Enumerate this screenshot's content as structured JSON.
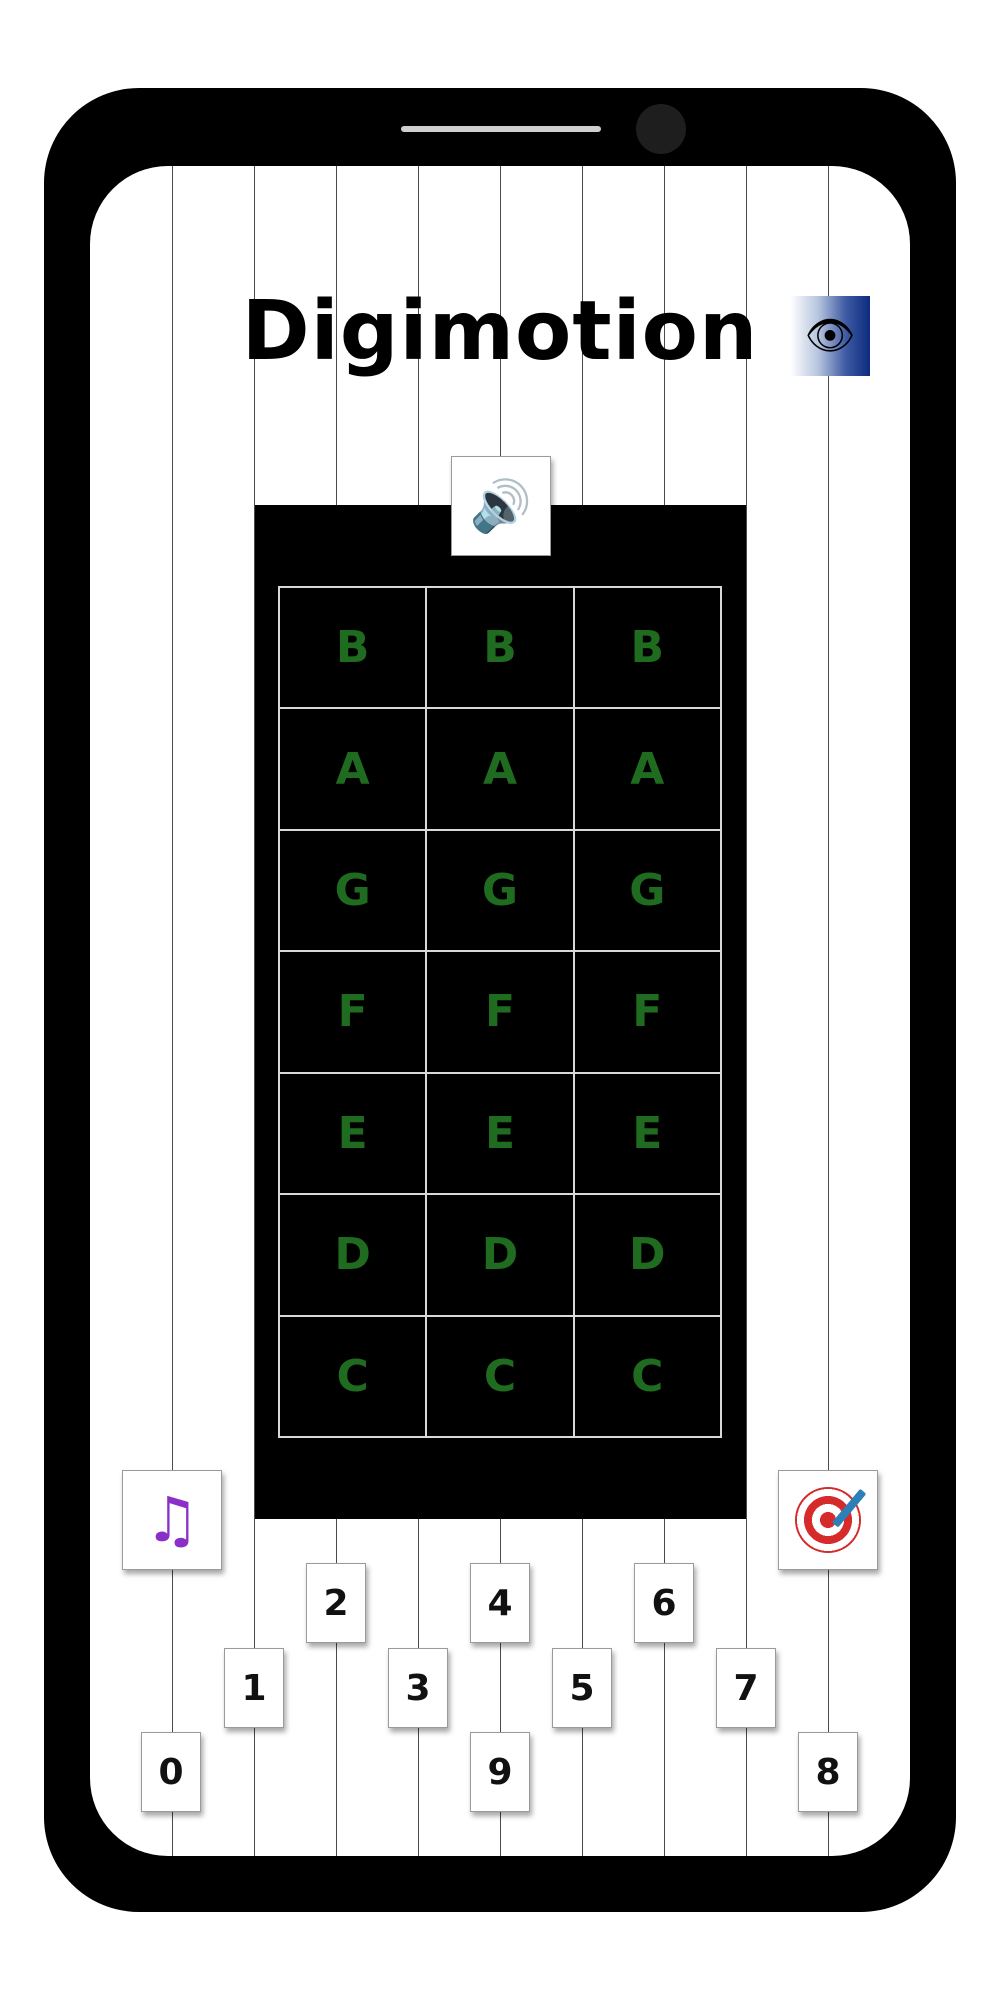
{
  "app": {
    "title": "Digimotion"
  },
  "icons": {
    "eye": "eye-icon",
    "speaker": "speaker-icon",
    "music": "music-notes-icon",
    "target": "target-icon"
  },
  "board": {
    "rows": [
      [
        "B",
        "B",
        "B"
      ],
      [
        "A",
        "A",
        "A"
      ],
      [
        "G",
        "G",
        "G"
      ],
      [
        "F",
        "F",
        "F"
      ],
      [
        "E",
        "E",
        "E"
      ],
      [
        "D",
        "D",
        "D"
      ],
      [
        "C",
        "C",
        "C"
      ]
    ],
    "note_color": "#1f6b1f"
  },
  "number_keys": [
    "0",
    "1",
    "2",
    "3",
    "4",
    "5",
    "6",
    "7",
    "8",
    "9"
  ]
}
